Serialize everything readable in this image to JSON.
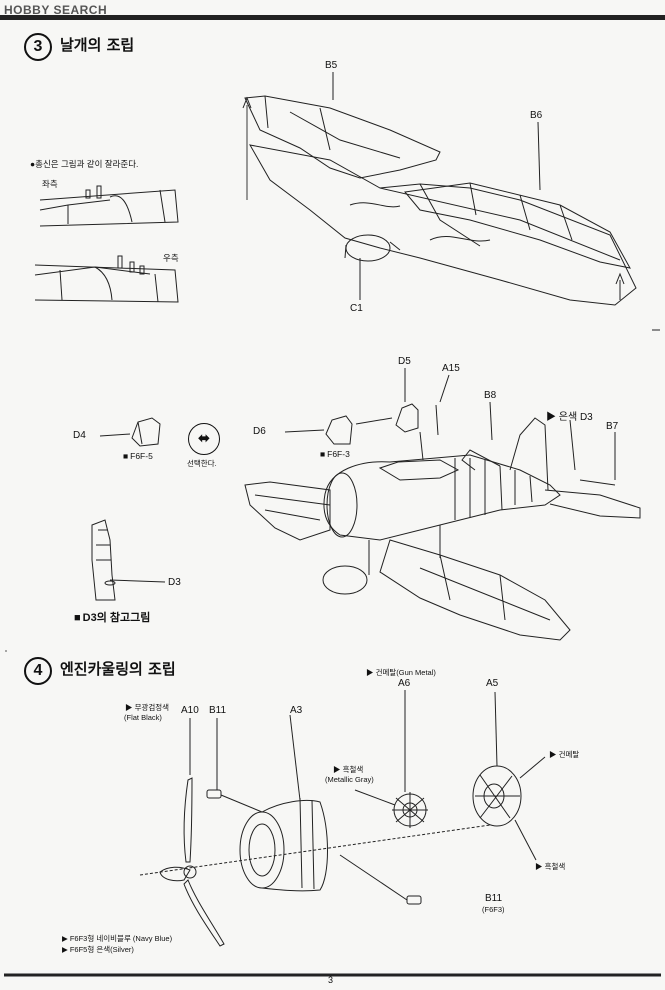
{
  "watermark": "HOBBY SEARCH",
  "page_number": "3",
  "step3": {
    "number": "3",
    "title": "날개의 조립",
    "note": "●총신은 그림과 같이 잘라준다.",
    "left_label": "좌측",
    "right_label": "우측",
    "parts": {
      "b5": "B5",
      "b6": "B6",
      "c1": "C1",
      "d5": "D5",
      "a15": "A15",
      "b8": "B8",
      "silver_d3": "▶ 은색 D3",
      "b7": "B7",
      "d4": "D4",
      "d6": "D6",
      "d3": "D3"
    },
    "f6f5": "F6F-5",
    "f6f3": "F6F-3",
    "select": "선택한다.",
    "d3_ref": "D3의 참고그림"
  },
  "step4": {
    "number": "4",
    "title": "엔진카울링의 조립",
    "gunmetal_top": "▶ 건메탈(Gun Metal)",
    "flat_black_1": "▶ 무광검정색",
    "flat_black_2": "(Flat Black)",
    "parts": {
      "a10": "A10",
      "b11": "B11",
      "a3": "A3",
      "a6": "A6",
      "a5": "A5",
      "b11b": "B11",
      "f6f3": "(F6F3)"
    },
    "metallic_gray_1": "▶ 흑철색",
    "metallic_gray_2": "(Metallic Gray)",
    "gunmetal_right": "▶ 건메탈",
    "black_iron": "▶ 흑철색",
    "f6f3_color": "▶ F6F3형 네이비블루 (Navy Blue)",
    "f6f5_color": "▶ F6F5형 은색(Silver)"
  },
  "icons": {
    "select": "double-arrow-icon"
  }
}
